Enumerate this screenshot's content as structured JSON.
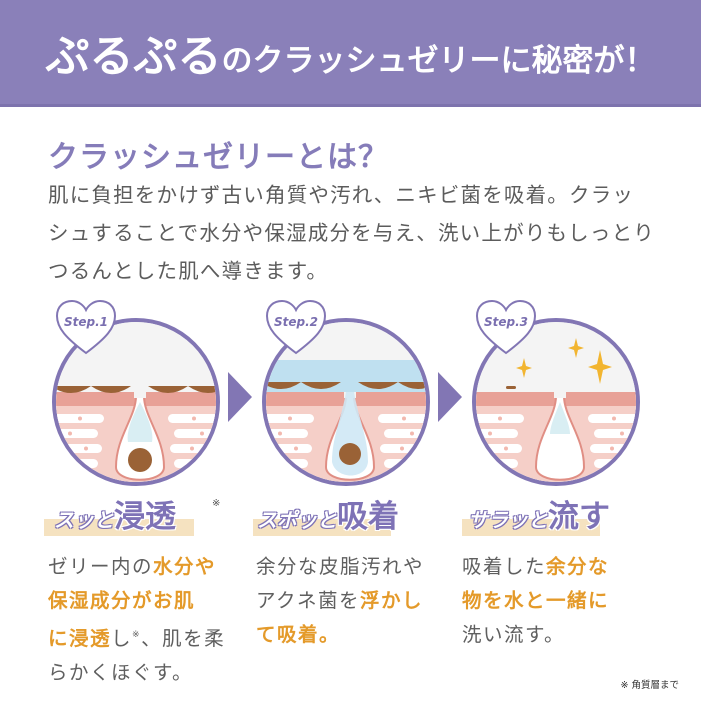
{
  "banner": {
    "title_part1": "ぷるぷる",
    "title_part2": "のクラッシュゼリーに秘密が！",
    "bg_color": "#8a80b9"
  },
  "intro": {
    "heading": "クラッシュゼリーとは？",
    "body_lines": [
      "肌に負担をかけず古い角質や汚れ、ニキビ菌を吸着。クラッ",
      "シュすることで水分や保湿成分を与え、洗い上がりもしっとり",
      "つるんとした肌へ導きます。"
    ]
  },
  "steps": [
    {
      "badge": "Step.1",
      "catch_small": "スッと",
      "catch_big": "浸透",
      "catch_mark": "※",
      "desc": [
        {
          "t": "ゼリー内の",
          "hl": false
        },
        {
          "t": "水分や保湿成分がお肌に浸透",
          "hl": true
        },
        {
          "t": "し",
          "hl": false
        },
        {
          "t": "※",
          "hl": false,
          "sup": true
        },
        {
          "t": "、肌を柔らかくほぐす。",
          "hl": false
        }
      ],
      "desc_lines": [
        "ゼリー内の水分や",
        "保湿成分がお肌",
        "に浸透し※、肌を柔",
        "らかくほぐす。"
      ]
    },
    {
      "badge": "Step.2",
      "catch_small": "スポッと",
      "catch_big": "吸着",
      "desc_lines": [
        "余分な皮脂汚れや",
        "アクネ菌を浮かし",
        "て吸着。"
      ]
    },
    {
      "badge": "Step.3",
      "catch_small": "サラッと",
      "catch_big": "流す",
      "desc_lines": [
        "吸着した余分な",
        "物を水と一緒に",
        "洗い流す。"
      ]
    }
  ],
  "step_text": {
    "s1": {
      "l1a": "ゼリー内の",
      "l1b": "水分や",
      "l2": "保湿成分がお肌",
      "l3a": "に浸透",
      "l3b": "し",
      "l3sup": "※",
      "l3c": "、肌を柔",
      "l4": "らかくほぐす。"
    },
    "s2": {
      "l1": "余分な皮脂汚れや",
      "l2a": "アクネ菌を",
      "l2b": "浮かし",
      "l3": "て吸着。"
    },
    "s3": {
      "l1a": "吸着した",
      "l1b": "余分な",
      "l2": "物を水と一緒に",
      "l3": "洗い流す。"
    }
  },
  "footnote": "※ 角質層まで",
  "colors": {
    "accent_purple": "#8276b4",
    "highlight_orange": "#e49a2a",
    "catch_band": "#f5e2c0",
    "skin_pink": "#f2c3bb",
    "skin_top": "#e79a8f",
    "sebum_brown": "#9a6236",
    "water_blue": "#bfe0f0",
    "sparkle_gold": "#f2b530"
  }
}
